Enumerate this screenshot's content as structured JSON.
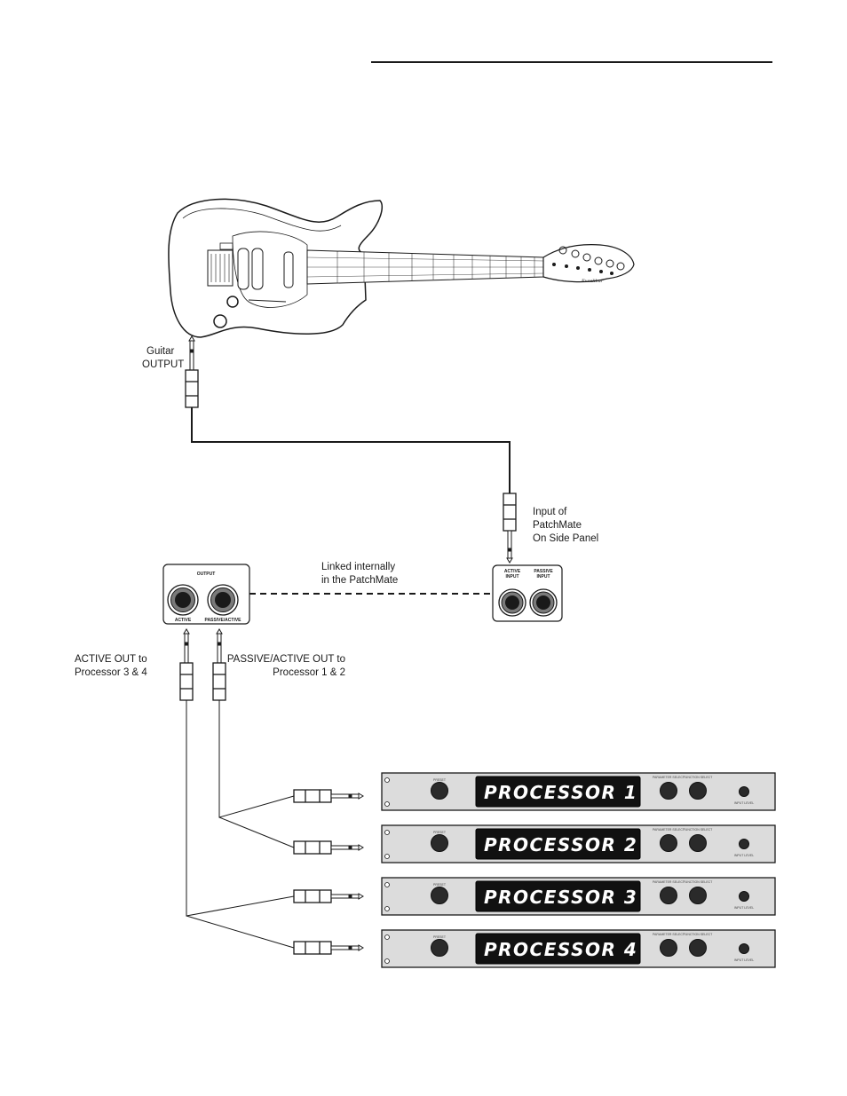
{
  "guitar": {
    "output_label_line1": "Guitar",
    "output_label_line2": "OUTPUT",
    "brand_text": "Excalibur"
  },
  "patchmate_input": {
    "label_line1": "Input of",
    "label_line2": "PatchMate",
    "label_line3": "On Side Panel",
    "jack_active_line1": "ACTIVE",
    "jack_active_line2": "INPUT",
    "jack_passive_line1": "PASSIVE",
    "jack_passive_line2": "INPUT"
  },
  "link": {
    "label_line1": "Linked internally",
    "label_line2": "in the PatchMate"
  },
  "patchmate_output": {
    "panel_title": "OUTPUT",
    "jack_active": "ACTIVE",
    "jack_passive_active": "PASSIVE/ACTIVE"
  },
  "outputs": {
    "active_label_line1": "ACTIVE OUT to",
    "active_label_line2": "Processor 3 & 4",
    "passive_label_line1": "PASSIVE/ACTIVE OUT to",
    "passive_label_line2": "Processor 1 & 2"
  },
  "processor_knob_labels": {
    "preset": "PRESET",
    "param_select": "PARAMETER SELECT",
    "function_select": "FUNCTION SELECT",
    "input_level": "INPUT LEVEL"
  },
  "processors": [
    {
      "display": "PROCESSOR 1"
    },
    {
      "display": "PROCESSOR 2"
    },
    {
      "display": "PROCESSOR 3"
    },
    {
      "display": "PROCESSOR 4"
    }
  ]
}
